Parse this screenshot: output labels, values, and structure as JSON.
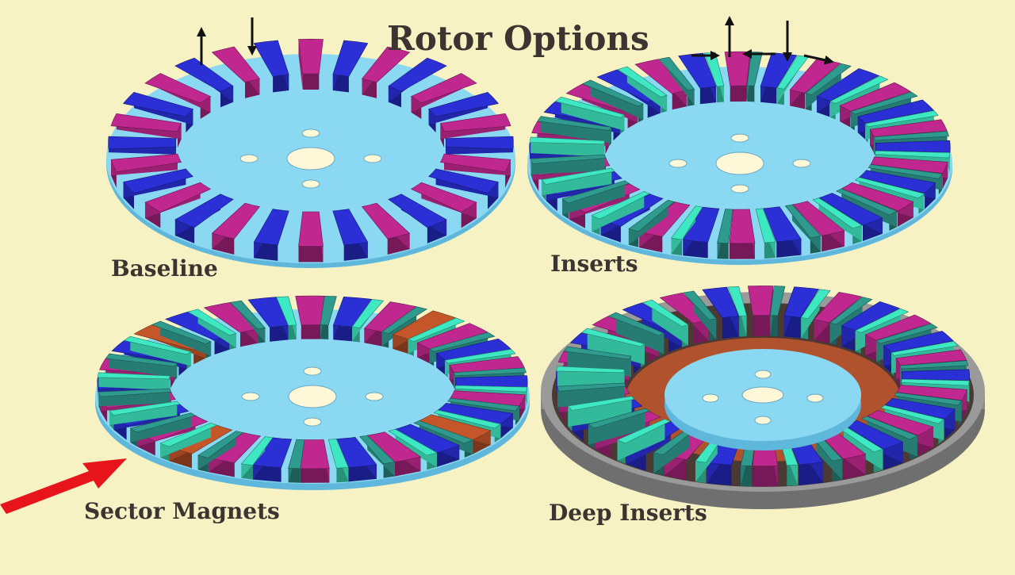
{
  "title": "Rotor Options",
  "panels": [
    {
      "label": "Baseline",
      "style": "discrete",
      "magnet_count": 28
    },
    {
      "label": "Inserts",
      "style": "inserts",
      "magnet_count": 28
    },
    {
      "label": "Sector Magnets",
      "style": "sector",
      "magnet_count": 28
    },
    {
      "label": "Deep Inserts",
      "style": "deep",
      "magnet_count": 28
    }
  ],
  "colors": {
    "background": "#f7f2c4",
    "disc": "#8ad8f2",
    "disc_edge": "#5fb8dc",
    "magnet_blue": "#2a2fd6",
    "magnet_magenta": "#c0288f",
    "insert_teal": "#2f9a8e",
    "insert_cyan": "#3ee8c2",
    "orange": "#c4562a",
    "housing": "#9a9a9a",
    "text": "#3b3430",
    "arrow_red": "#e8141c"
  }
}
